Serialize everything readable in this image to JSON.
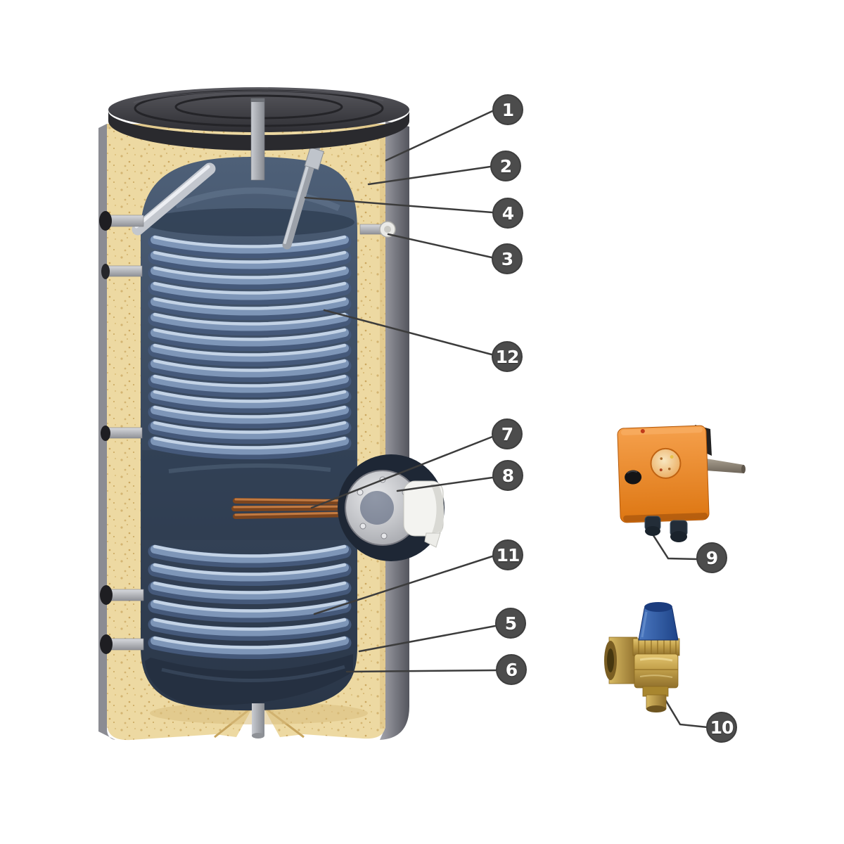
{
  "figure": {
    "kind": "technical-part-diagram",
    "subject": "hot-water-storage-tank-cutaway"
  },
  "components": {
    "tank": "storage-tank-cutaway",
    "part_9": "thermostat-control-unit",
    "part_10": "safety-relief-valve"
  },
  "callouts": [
    {
      "number": "1"
    },
    {
      "number": "2"
    },
    {
      "number": "4"
    },
    {
      "number": "3"
    },
    {
      "number": "12"
    },
    {
      "number": "7"
    },
    {
      "number": "8"
    },
    {
      "number": "11"
    },
    {
      "number": "5"
    },
    {
      "number": "6"
    },
    {
      "number": "9"
    },
    {
      "number": "10"
    }
  ],
  "colors": {
    "callout_bg": "#4C4C4C",
    "callout_text": "#FFFFFF",
    "leader_line": "#3C3C3C",
    "insulation_yellow": "#EDD9A2",
    "outer_jacket_gray": "#74757D",
    "tank_blue": "#36465C",
    "coil_steel_blue": "#7E96B8",
    "heating_element_copper": "#9E5A28",
    "thermostat_orange": "#E8831F",
    "valve_brass": "#C2A04A",
    "valve_cap_blue": "#2B57A5"
  }
}
